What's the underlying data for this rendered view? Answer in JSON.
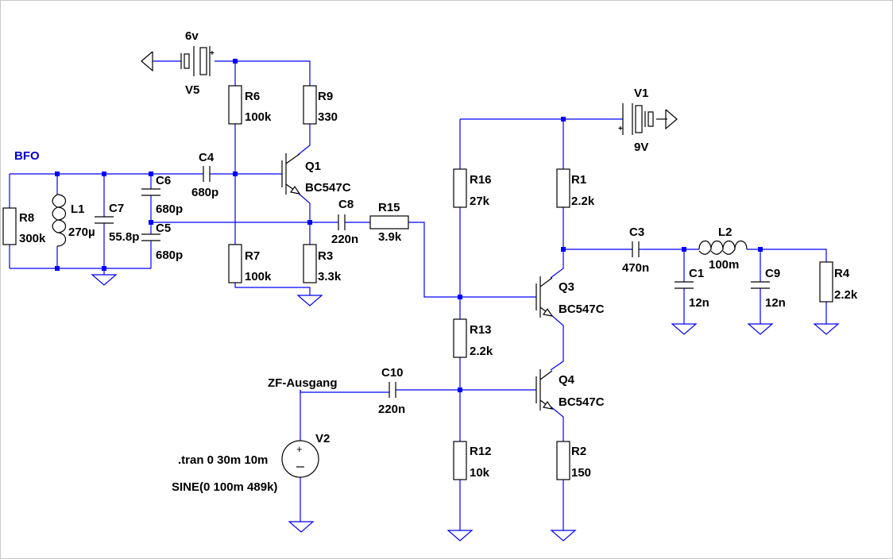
{
  "components": [
    {
      "ref": "V5",
      "value": "6v"
    },
    {
      "ref": "V1",
      "value": "9V"
    },
    {
      "ref": "V2",
      "value": "SINE(0 100m 489k)"
    },
    {
      "ref": "R1",
      "value": "2.2k"
    },
    {
      "ref": "R2",
      "value": "150"
    },
    {
      "ref": "R3",
      "value": "3.3k"
    },
    {
      "ref": "R4",
      "value": "2.2k"
    },
    {
      "ref": "R6",
      "value": "100k"
    },
    {
      "ref": "R7",
      "value": "100k"
    },
    {
      "ref": "R8",
      "value": "300k"
    },
    {
      "ref": "R9",
      "value": "330"
    },
    {
      "ref": "R12",
      "value": "10k"
    },
    {
      "ref": "R13",
      "value": "2.2k"
    },
    {
      "ref": "R15",
      "value": "3.9k"
    },
    {
      "ref": "R16",
      "value": "27k"
    },
    {
      "ref": "C1",
      "value": "12n"
    },
    {
      "ref": "C3",
      "value": "470n"
    },
    {
      "ref": "C4",
      "value": "680p"
    },
    {
      "ref": "C5",
      "value": "680p"
    },
    {
      "ref": "C6",
      "value": "680p"
    },
    {
      "ref": "C7",
      "value": "55.8p"
    },
    {
      "ref": "C8",
      "value": "220n"
    },
    {
      "ref": "C9",
      "value": "12n"
    },
    {
      "ref": "C10",
      "value": "220n"
    },
    {
      "ref": "L1",
      "value": "270µ"
    },
    {
      "ref": "L2",
      "value": "100m"
    },
    {
      "ref": "Q1",
      "value": "BC547C"
    },
    {
      "ref": "Q3",
      "value": "BC547C"
    },
    {
      "ref": "Q4",
      "value": "BC547C"
    }
  ],
  "net_labels": {
    "bfo": "BFO",
    "zf": "ZF-Ausgang"
  },
  "directive": ".tran 0 30m 10m",
  "colors": {
    "wire": "#0000ff",
    "component": "#000000",
    "label": "#0000cc"
  }
}
